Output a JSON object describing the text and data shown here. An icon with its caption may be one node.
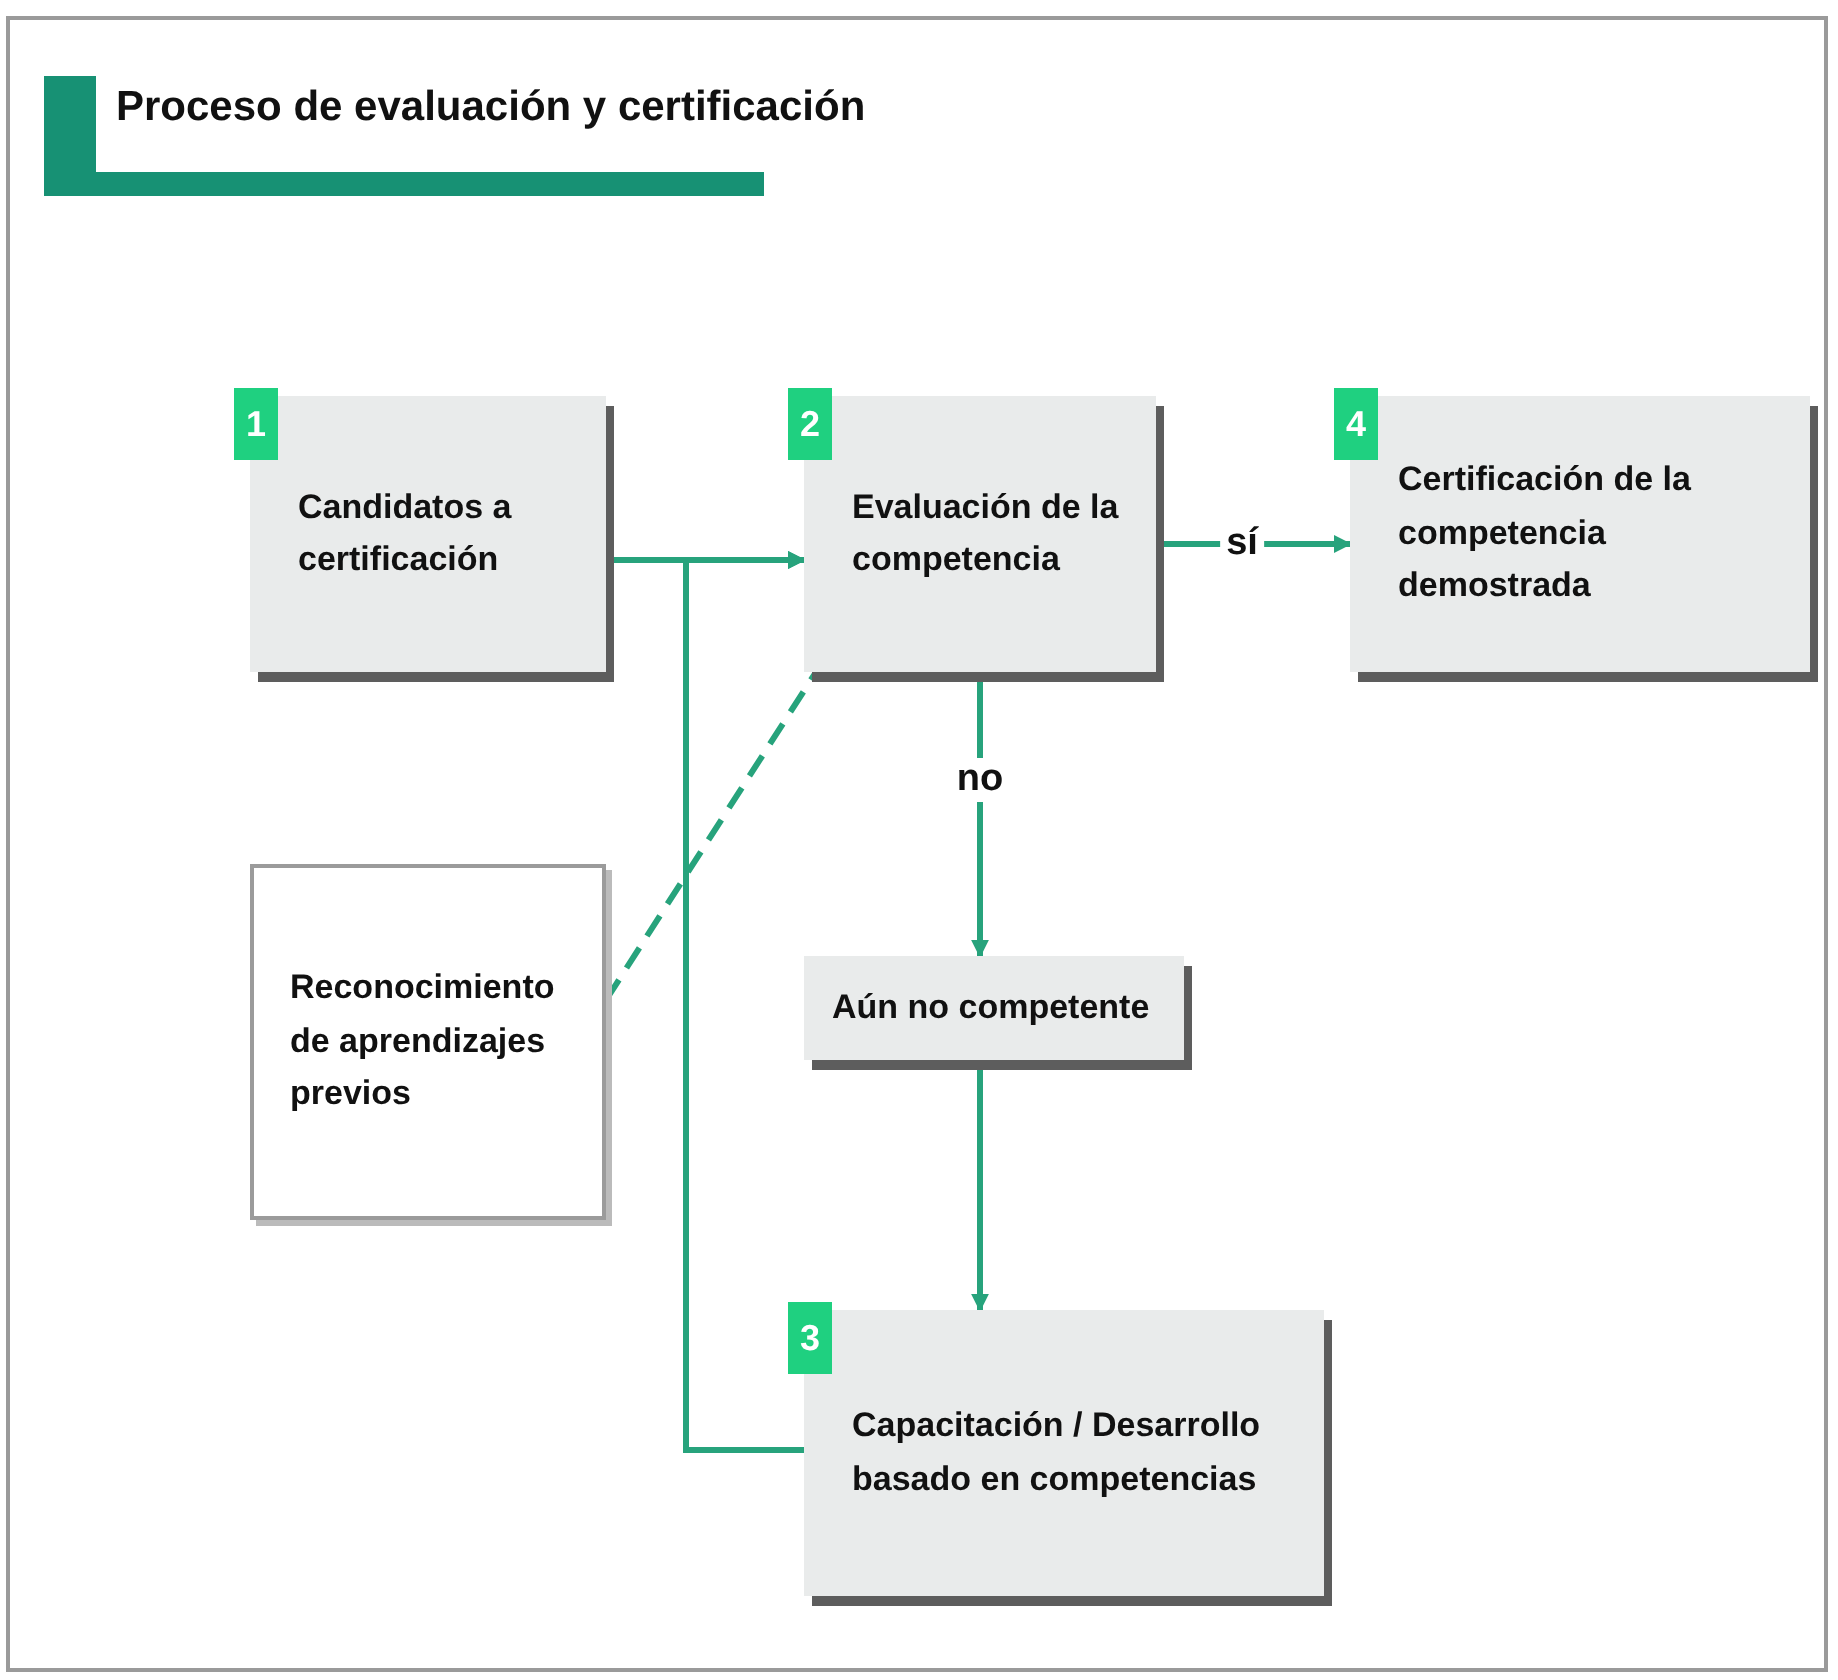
{
  "diagram": {
    "title": "Proceso de evaluación y certificación",
    "nodes": [
      {
        "text": [
          "1",
          "Candidatos a certificación"
        ]
      },
      {
        "text": [
          "2",
          "Evaluación de la competencia"
        ]
      },
      {
        "text": [
          "4",
          "Certificación de la competencia demostrada"
        ]
      },
      {
        "text": [
          "Reconocimiento de aprendizajes previos"
        ]
      },
      {
        "text": [
          "Aún no competente"
        ]
      },
      {
        "text": [
          "3",
          "Capacitación / Desarrollo basado en competencias"
        ]
      }
    ],
    "edges": [
      {
        "from": 0,
        "to": 1,
        "arrow": "to"
      },
      {
        "from": 1,
        "to": 2,
        "arrow": "to",
        "label": "sí"
      },
      {
        "from": 1,
        "to": 4,
        "arrow": "to",
        "label": "no"
      },
      {
        "from": 4,
        "to": 5,
        "arrow": "to"
      },
      {
        "from": 5,
        "to": 1,
        "arrow": "to"
      },
      {
        "from": 3,
        "to": 1,
        "arrow": "none",
        "style": "dashed"
      }
    ]
  }
}
